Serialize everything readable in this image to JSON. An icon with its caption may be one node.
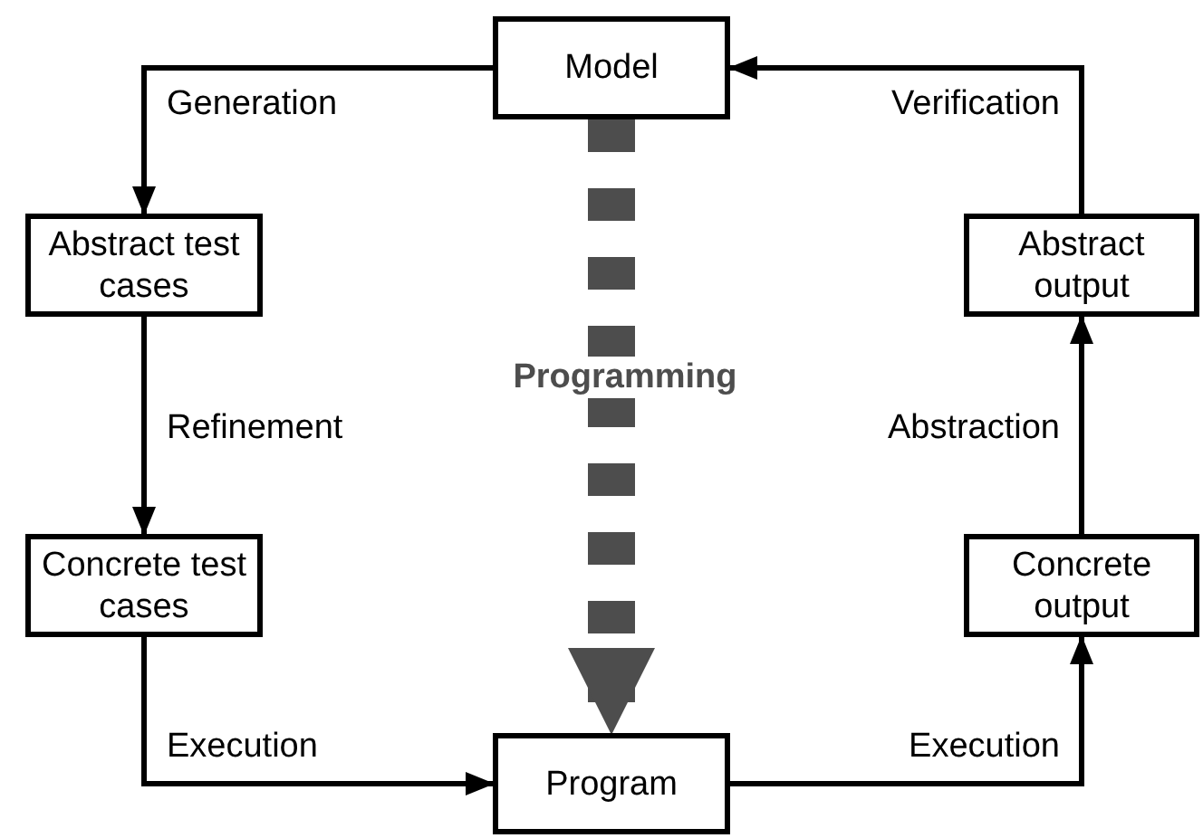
{
  "diagram": {
    "nodes": [
      {
        "text": [
          "Model"
        ]
      },
      {
        "text": [
          "Abstract test cases"
        ]
      },
      {
        "text": [
          "Concrete test cases"
        ]
      },
      {
        "text": [
          "Program"
        ]
      },
      {
        "text": [
          "Concrete output"
        ]
      },
      {
        "text": [
          "Abstract output"
        ]
      }
    ],
    "edges": [
      {
        "from": 0,
        "to": 1,
        "arrow": "to",
        "label": "Generation"
      },
      {
        "from": 1,
        "to": 2,
        "arrow": "to",
        "label": "Refinement"
      },
      {
        "from": 2,
        "to": 3,
        "arrow": "to",
        "label": "Execution"
      },
      {
        "from": 3,
        "to": 4,
        "arrow": "to",
        "label": "Execution"
      },
      {
        "from": 4,
        "to": 5,
        "arrow": "to",
        "label": "Abstraction"
      },
      {
        "from": 5,
        "to": 0,
        "arrow": "to",
        "label": "Verification"
      },
      {
        "from": 0,
        "to": 3,
        "arrow": "to",
        "label": "Programming",
        "style": "dashed",
        "color": "#4d4d4d"
      }
    ]
  }
}
